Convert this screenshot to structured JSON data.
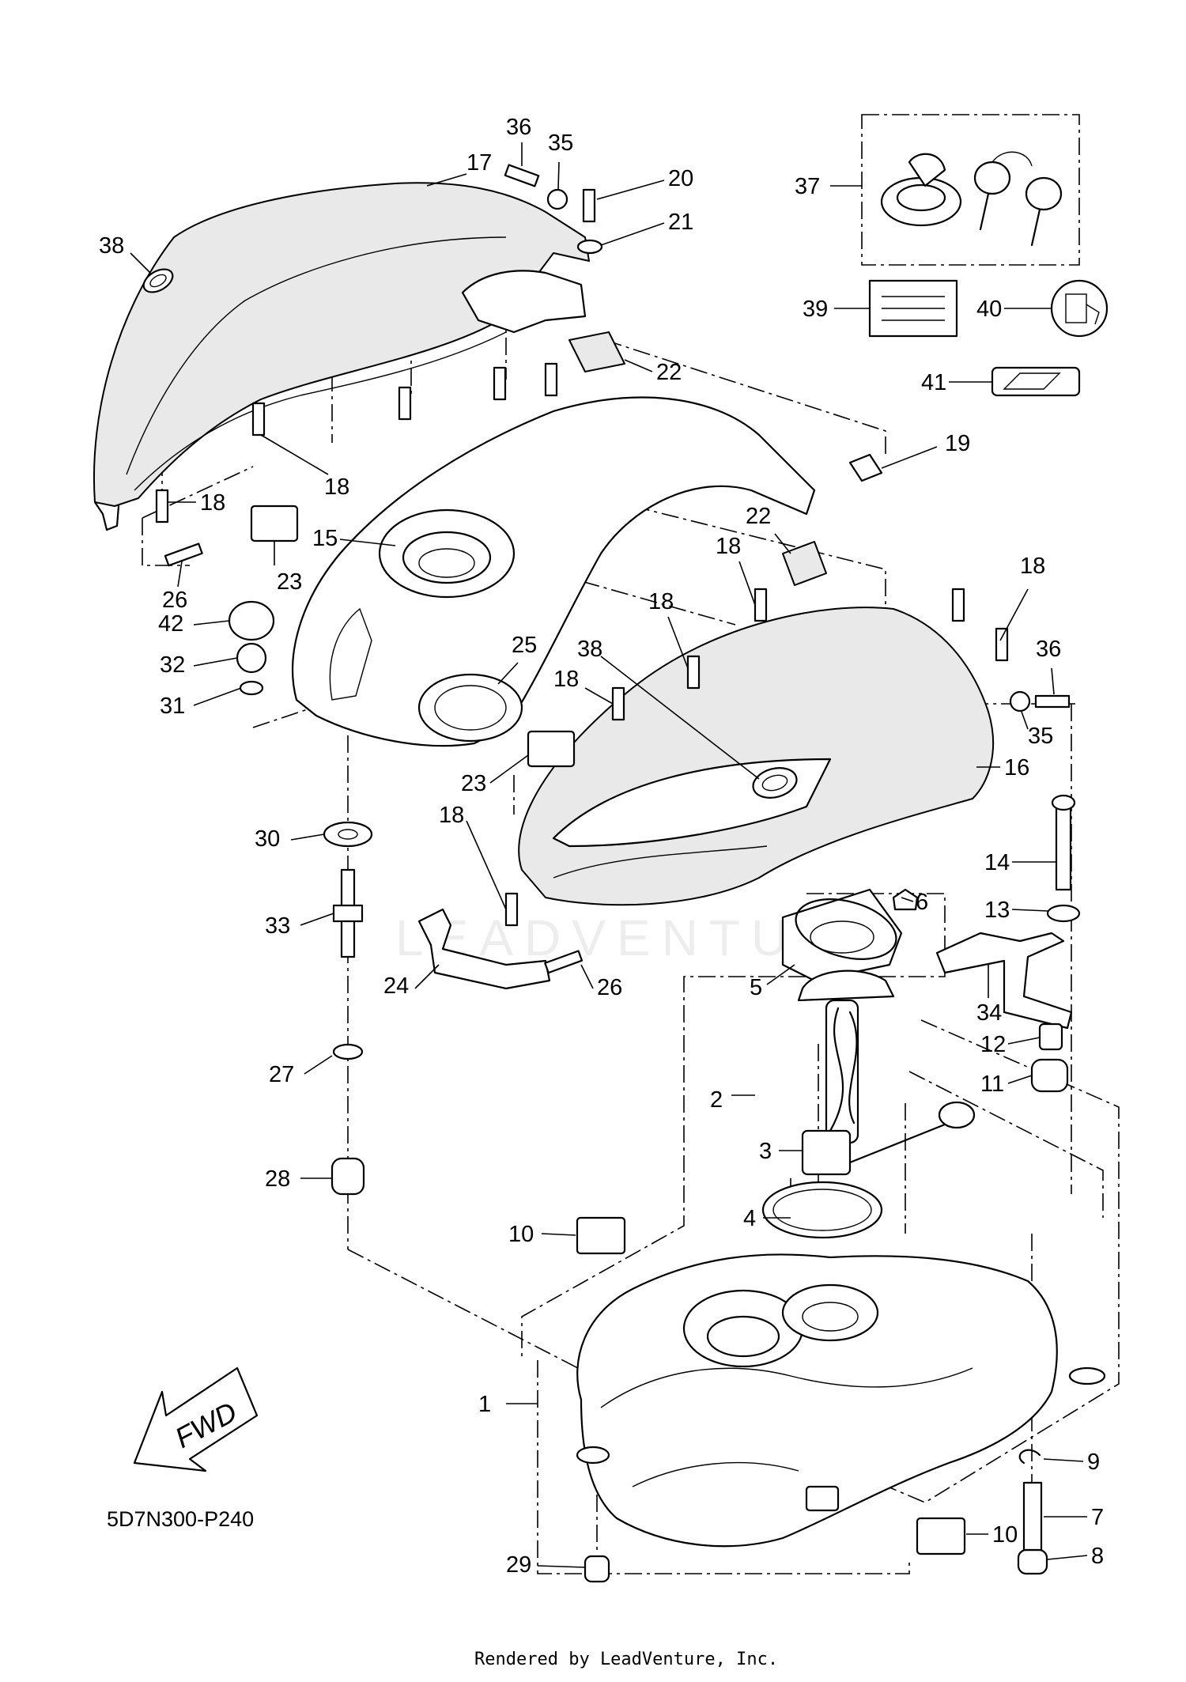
{
  "diagram": {
    "code": "5D7N300-P240",
    "credit": "Rendered by LeadVenture, Inc.",
    "arrow_label": "FWD",
    "watermark": "LEADVENTURE",
    "callouts": [
      {
        "id": "c1",
        "label": "1"
      },
      {
        "id": "c2",
        "label": "2"
      },
      {
        "id": "c3",
        "label": "3"
      },
      {
        "id": "c4",
        "label": "4"
      },
      {
        "id": "c5",
        "label": "5"
      },
      {
        "id": "c6",
        "label": "6"
      },
      {
        "id": "c7",
        "label": "7"
      },
      {
        "id": "c8",
        "label": "8"
      },
      {
        "id": "c9",
        "label": "9"
      },
      {
        "id": "c10a",
        "label": "10"
      },
      {
        "id": "c10b",
        "label": "10"
      },
      {
        "id": "c11",
        "label": "11"
      },
      {
        "id": "c12",
        "label": "12"
      },
      {
        "id": "c13",
        "label": "13"
      },
      {
        "id": "c14",
        "label": "14"
      },
      {
        "id": "c15",
        "label": "15"
      },
      {
        "id": "c16",
        "label": "16"
      },
      {
        "id": "c17",
        "label": "17"
      },
      {
        "id": "c18a",
        "label": "18"
      },
      {
        "id": "c18b",
        "label": "18"
      },
      {
        "id": "c18c",
        "label": "18"
      },
      {
        "id": "c18d",
        "label": "18"
      },
      {
        "id": "c18e",
        "label": "18"
      },
      {
        "id": "c18f",
        "label": "18"
      },
      {
        "id": "c18g",
        "label": "18"
      },
      {
        "id": "c19",
        "label": "19"
      },
      {
        "id": "c20",
        "label": "20"
      },
      {
        "id": "c21",
        "label": "21"
      },
      {
        "id": "c22a",
        "label": "22"
      },
      {
        "id": "c22b",
        "label": "22"
      },
      {
        "id": "c23a",
        "label": "23"
      },
      {
        "id": "c23b",
        "label": "23"
      },
      {
        "id": "c24",
        "label": "24"
      },
      {
        "id": "c25",
        "label": "25"
      },
      {
        "id": "c26a",
        "label": "26"
      },
      {
        "id": "c26b",
        "label": "26"
      },
      {
        "id": "c27",
        "label": "27"
      },
      {
        "id": "c28",
        "label": "28"
      },
      {
        "id": "c29",
        "label": "29"
      },
      {
        "id": "c30",
        "label": "30"
      },
      {
        "id": "c31",
        "label": "31"
      },
      {
        "id": "c32",
        "label": "32"
      },
      {
        "id": "c33",
        "label": "33"
      },
      {
        "id": "c34",
        "label": "34"
      },
      {
        "id": "c35a",
        "label": "35"
      },
      {
        "id": "c35b",
        "label": "35"
      },
      {
        "id": "c36a",
        "label": "36"
      },
      {
        "id": "c36b",
        "label": "36"
      },
      {
        "id": "c37",
        "label": "37"
      },
      {
        "id": "c38a",
        "label": "38"
      },
      {
        "id": "c38b",
        "label": "38"
      },
      {
        "id": "c39",
        "label": "39"
      },
      {
        "id": "c40",
        "label": "40"
      },
      {
        "id": "c41",
        "label": "41"
      },
      {
        "id": "c42",
        "label": "42"
      }
    ]
  }
}
